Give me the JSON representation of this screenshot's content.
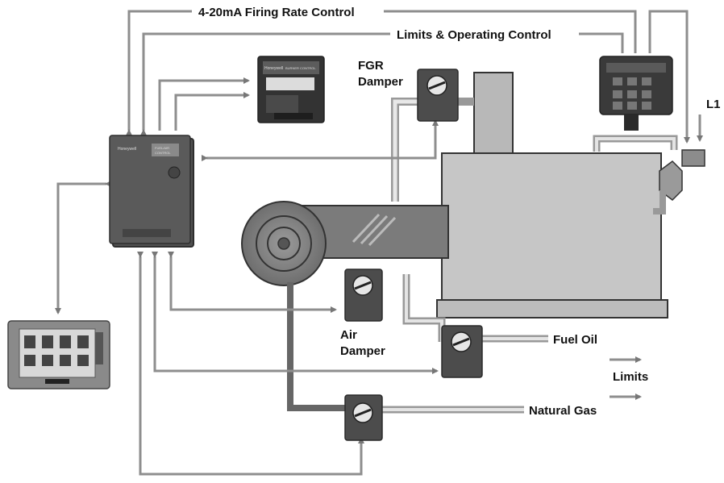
{
  "labels": {
    "firing_rate": "4-20mA Firing Rate Control",
    "limits_operating": "Limits & Operating Control",
    "fgr_line1": "FGR",
    "fgr_line2": "Damper",
    "l1": "L1",
    "air_line1": "Air",
    "air_line2": "Damper",
    "fuel_oil": "Fuel Oil",
    "limits": "Limits",
    "natural_gas": "Natural Gas"
  },
  "devices": {
    "controller_brand": "Honeywell",
    "controller_tag_1": "FUEL/AIR",
    "controller_tag_2": "CONTROL",
    "relay_brand": "Honeywell",
    "relay_tag": "BURNER CONTROL"
  },
  "colors": {
    "line": "#8e8e8e",
    "boiler": "#c2c2c2",
    "device": "#4a4a4a",
    "stroke": "#3a3a3a"
  }
}
